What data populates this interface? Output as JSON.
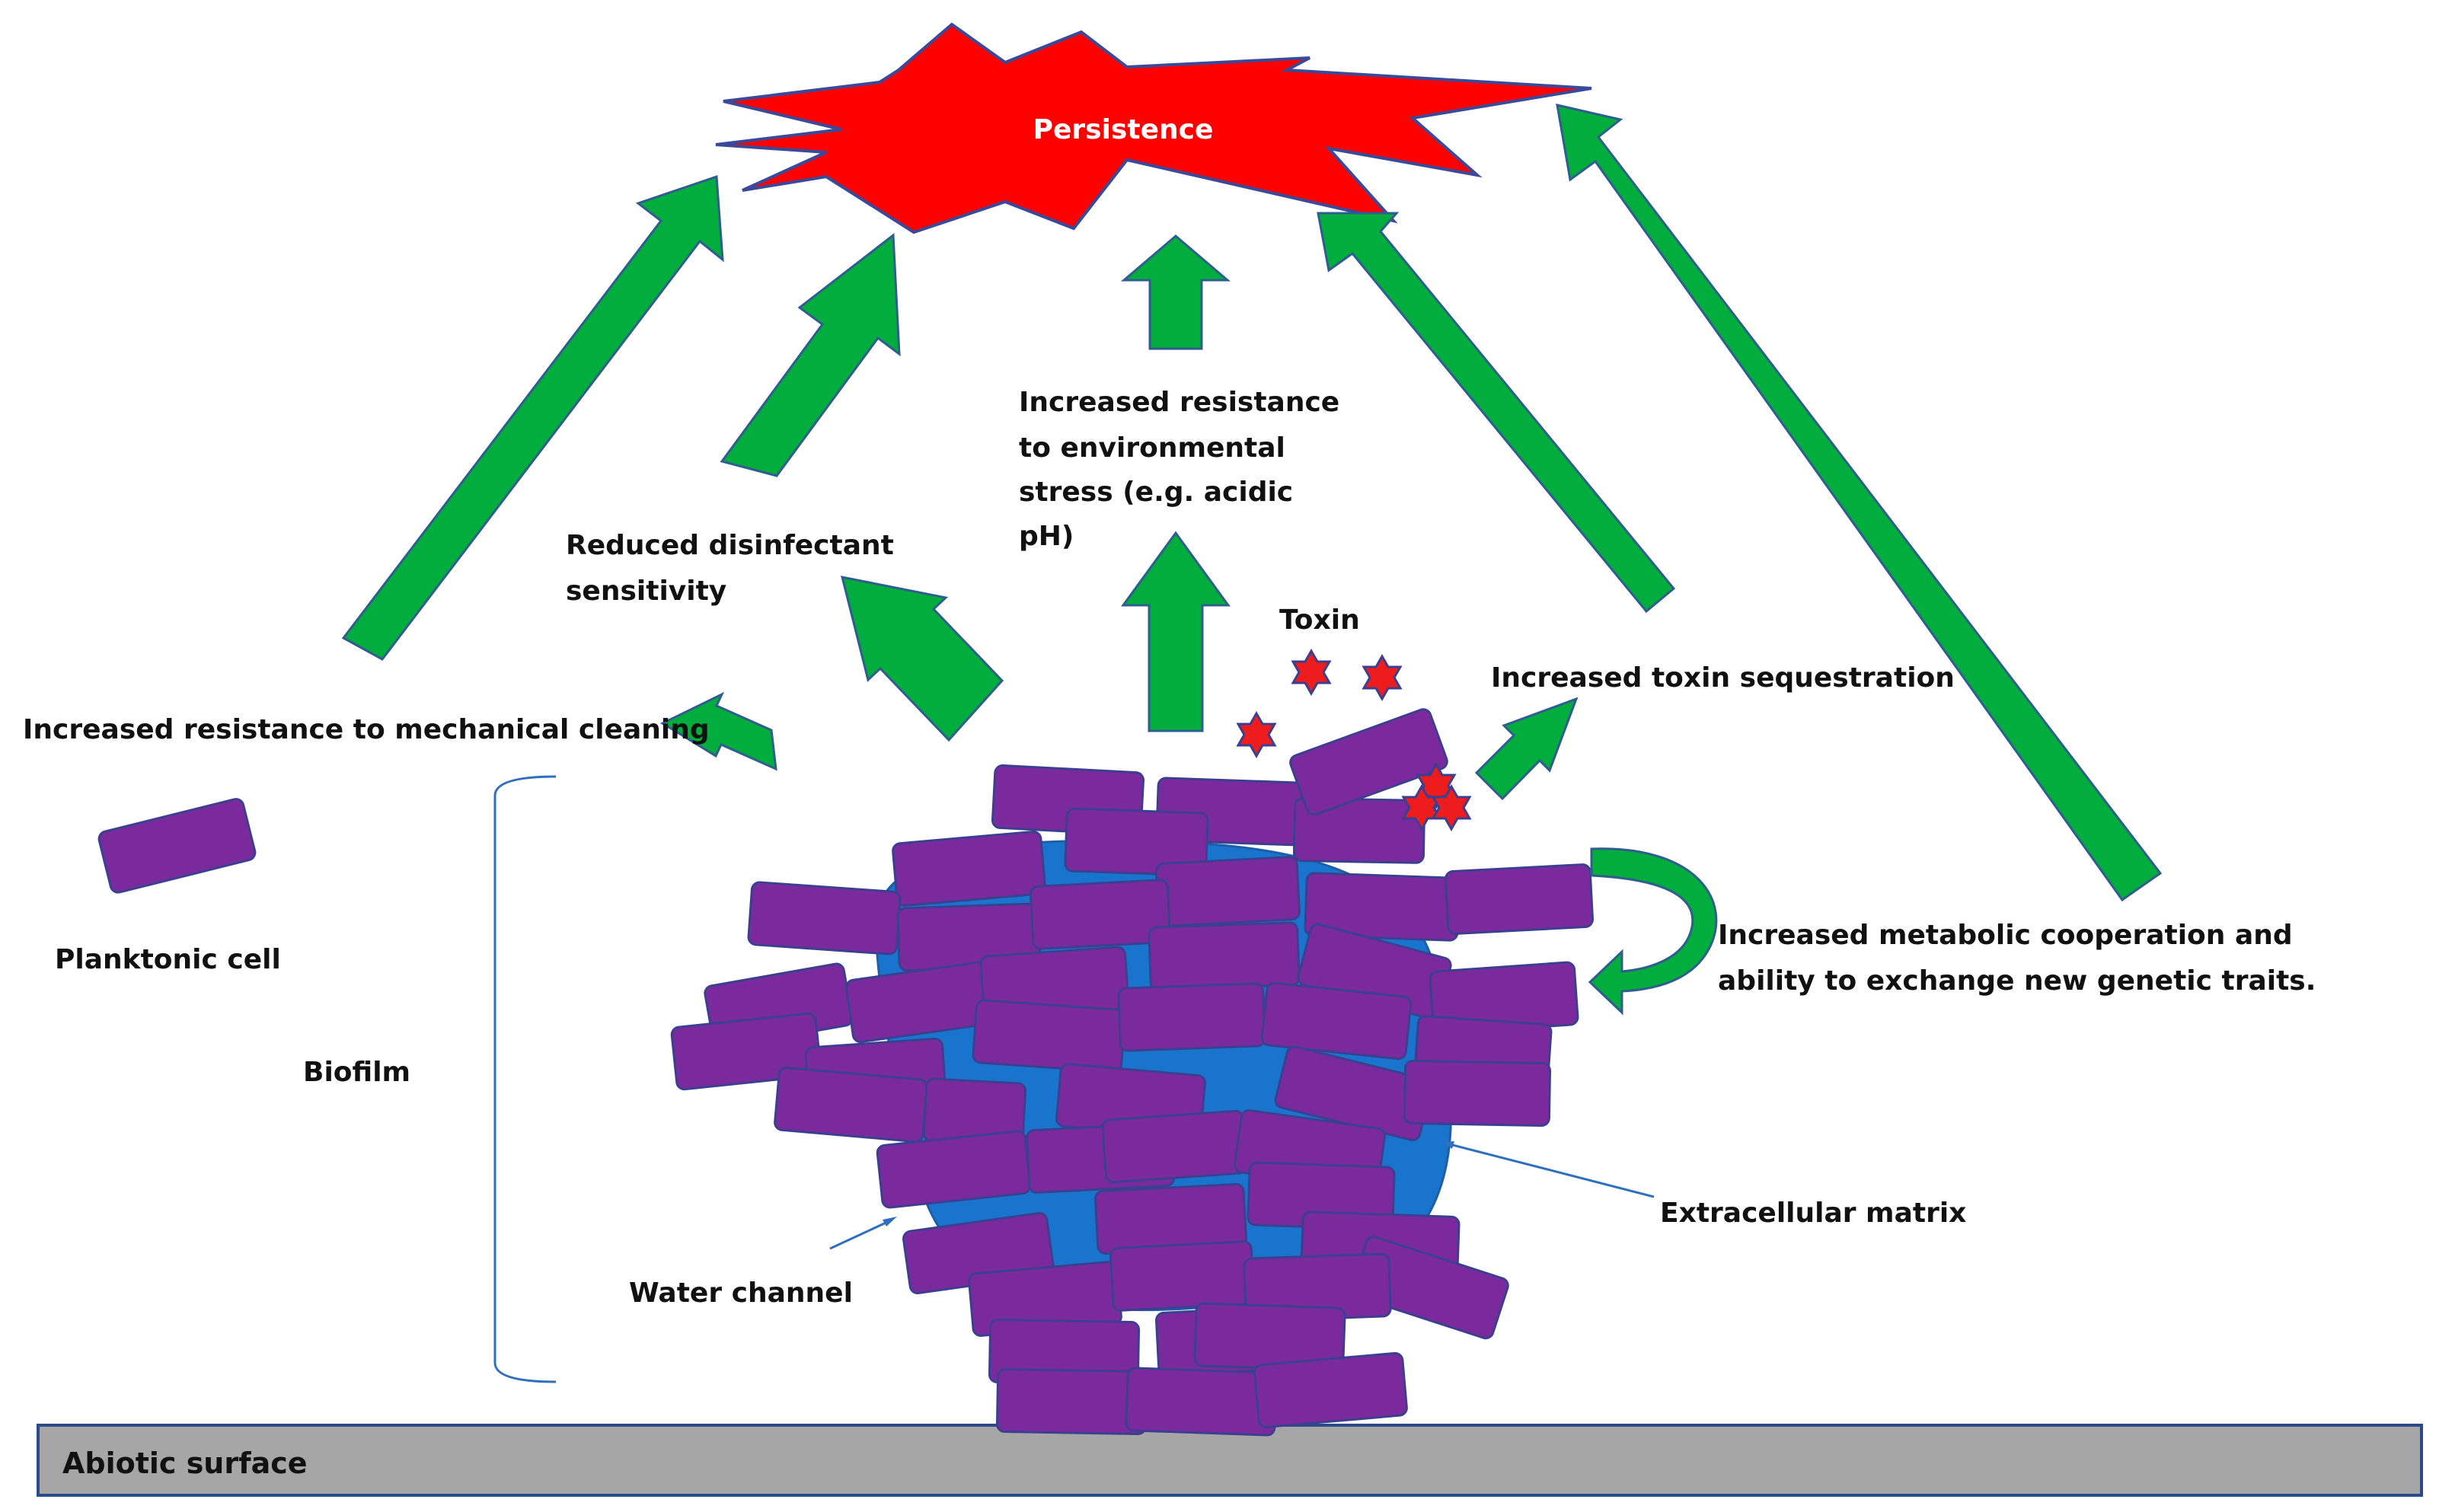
{
  "title": "Persistence",
  "labels": {
    "mechanical": "Increased resistance to mechanical cleaning",
    "disinfectant_1": "Reduced disinfectant",
    "disinfectant_2": "sensitivity",
    "env_1": "Increased resistance",
    "env_2": "to environmental",
    "env_3": "stress (e.g. acidic",
    "env_4": "pH)",
    "toxin": "Toxin",
    "sequestration": "Increased toxin sequestration",
    "metabolic_1": "Increased metabolic cooperation and",
    "metabolic_2": "ability to exchange new genetic traits.",
    "planktonic": "Planktonic cell",
    "biofilm": "Biofilm",
    "water_channel": "Water channel",
    "matrix": "Extracellular matrix",
    "surface": "Abiotic surface"
  },
  "colors": {
    "arrow": "#00ad3d",
    "cell": "#7b2a9e",
    "matrix": "#1874cd",
    "burst": "#ff0000",
    "surface": "#a6a6a6",
    "toxin": "#ee1c1c"
  }
}
